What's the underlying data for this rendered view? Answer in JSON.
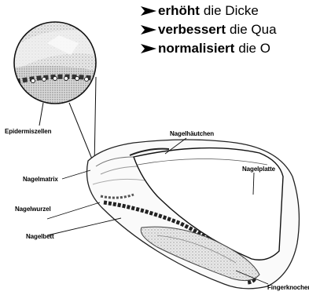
{
  "bullets": [
    {
      "bold": "erhöht",
      "rest": "die Dicke"
    },
    {
      "bold": "verbessert",
      "rest": "die Qua"
    },
    {
      "bold": "normalisiert",
      "rest": "die O"
    }
  ],
  "labels": {
    "epidermis": "Epidermiszellen",
    "cuticle": "Nagelhäutchen",
    "nail_plate": "Nagelplatte",
    "matrix": "Nagelmatrix",
    "root": "Nagelwurzel",
    "nail_bed": "Nagelbett",
    "bone": "Fingerknochen"
  }
}
